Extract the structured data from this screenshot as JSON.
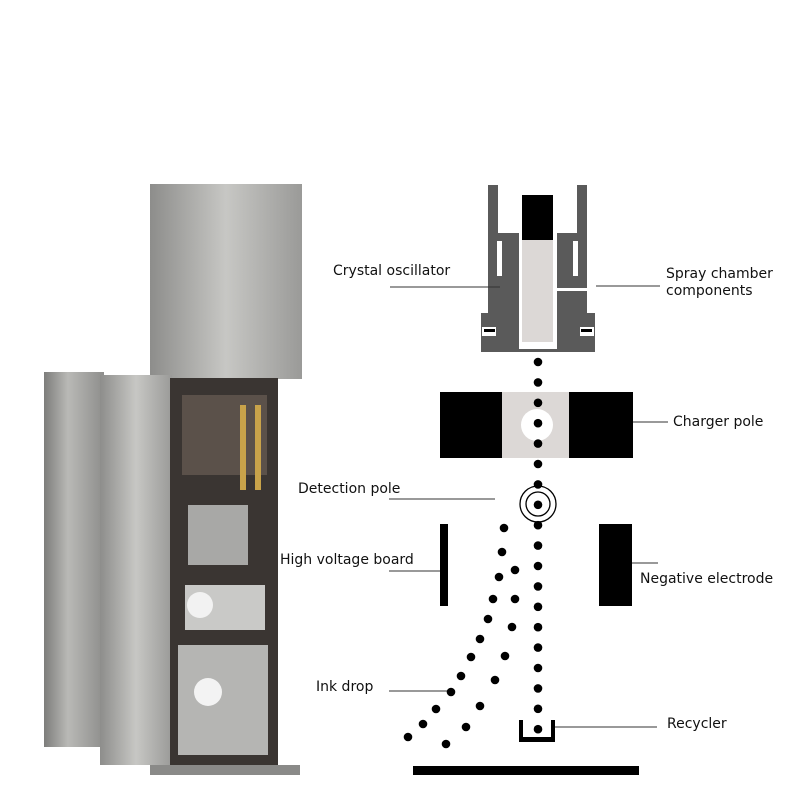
{
  "labels": {
    "crystal_oscillator": "Crystal oscillator",
    "spray_chamber": "Spray chamber components",
    "charger_pole": "Charger pole",
    "detection_pole": "Detection pole",
    "high_voltage_board": "High voltage board",
    "negative_electrode": "Negative electrode",
    "ink_drop": "Ink drop",
    "recycler": "Recycler"
  },
  "colors": {
    "ink": "#000000",
    "body_grey": "#5a5a5a",
    "column_grey": "#dcd8d6",
    "steel": "#a9a9a7"
  }
}
